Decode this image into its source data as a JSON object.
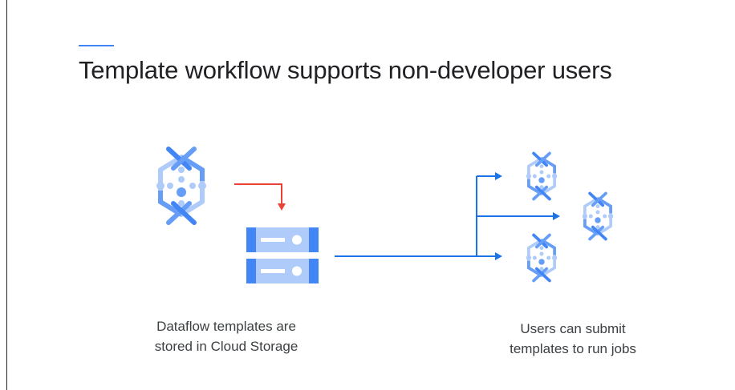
{
  "slide": {
    "title": "Template workflow supports non-developer users"
  },
  "captions": {
    "left": [
      "Dataflow templates are",
      "stored in Cloud Storage"
    ],
    "right": [
      "Users can submit",
      "templates to run jobs"
    ]
  },
  "icons": {
    "source": "dataflow-icon",
    "storage": "cloud-storage-icon",
    "jobs": [
      "dataflow-job-icon",
      "dataflow-job-icon",
      "dataflow-job-icon"
    ]
  },
  "colors": {
    "accent": "#4285f4",
    "arrow_red": "#ea4335",
    "arrow_blue": "#1a73e8",
    "icon_dark": "#4285f4",
    "icon_light": "#aecbfa",
    "icon_mid": "#669df6"
  }
}
